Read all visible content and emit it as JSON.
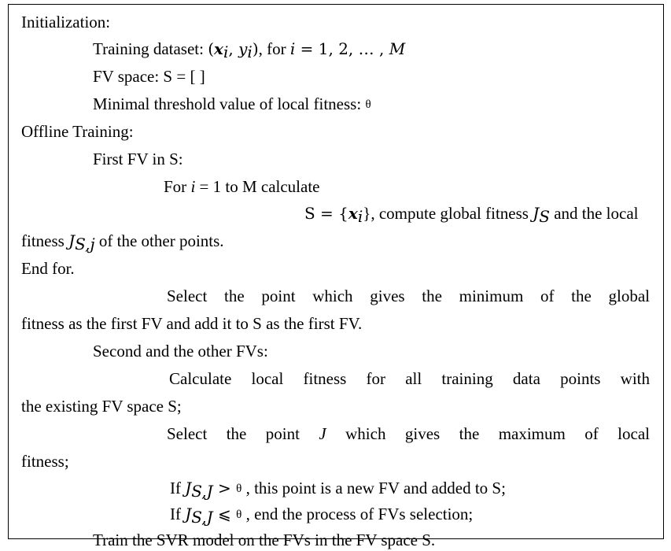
{
  "doc": {
    "init_heading": "Initialization:",
    "training_dataset": {
      "label": "Training dataset: ",
      "pair_open": "(",
      "x": "x",
      "sub_i": "i",
      "comma": ", ",
      "y": "y",
      "pair_close": ")",
      "for_text": ", for ",
      "range_var": "i",
      "range_rest": " = 1, 2, … , ",
      "M": "M"
    },
    "fv_space": "FV space: S = [ ]",
    "min_threshold": {
      "label": "Minimal threshold value of local fitness: ",
      "theta": "θ"
    },
    "offline_heading": "Offline Training:",
    "first_fv_heading": "First FV in S:",
    "for_loop": {
      "pre": "For ",
      "i": "i",
      "post": " = 1 to M calculate"
    },
    "s_assign": {
      "lhs": "S = {",
      "x": "x",
      "sub_i": "i",
      "rhs": "}, compute global fitness ",
      "J": "J",
      "sub_S": "S",
      "tail": " and the local"
    },
    "fitness_line": {
      "pre": "fitness ",
      "J": "J",
      "sub": "S,j",
      "post": " of the other points."
    },
    "end_for": "End for.",
    "select_min_a": "Select the point which gives the minimum of the global",
    "select_min_b": "fitness as the first FV and add it to S as the first FV.",
    "second_heading": "Second and the other FVs:",
    "calc_local_a": "Calculate local fitness for all training data points with",
    "calc_local_b": "the existing FV space S;",
    "select_max": {
      "pre": "Select the point ",
      "J": "J",
      "post": " which gives the maximum of local"
    },
    "select_max_b": "fitness;",
    "if_greater": {
      "pre": "If ",
      "J": "J",
      "sub": "S,J",
      "op": " > ",
      "theta": "θ",
      "post": " , this point is a new FV and added to S;"
    },
    "if_leq": {
      "pre": "If ",
      "J": "J",
      "sub": "S,J",
      "op": " ⩽ ",
      "theta": "θ",
      "post": " , end the process of FVs selection;"
    },
    "train_svr": "Train the SVR model on the FVs in the FV space S."
  }
}
